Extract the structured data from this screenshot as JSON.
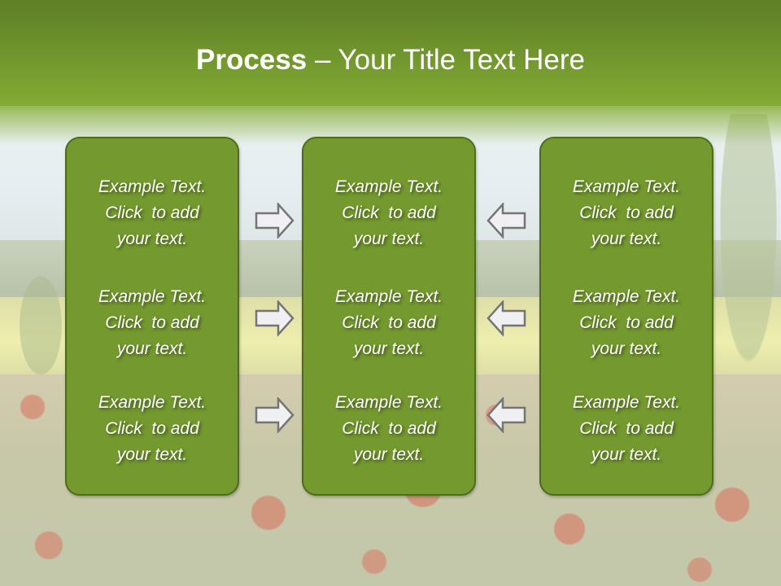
{
  "slide": {
    "title": {
      "bold": "Process",
      "rest": " – Your Title Text Here"
    },
    "columns": [
      {
        "items": [
          {
            "line1": "Example Text.",
            "line2": "Click  to add",
            "line3": "your text."
          },
          {
            "line1": "Example Text.",
            "line2": "Click  to add",
            "line3": "your text."
          },
          {
            "line1": "Example Text.",
            "line2": "Click  to add",
            "line3": "your text."
          }
        ]
      },
      {
        "items": [
          {
            "line1": "Example Text.",
            "line2": "Click  to add",
            "line3": "your text."
          },
          {
            "line1": "Example Text.",
            "line2": "Click  to add",
            "line3": "your text."
          },
          {
            "line1": "Example Text.",
            "line2": "Click  to add",
            "line3": "your text."
          }
        ]
      },
      {
        "items": [
          {
            "line1": "Example Text.",
            "line2": "Click  to add",
            "line3": "your text."
          },
          {
            "line1": "Example Text.",
            "line2": "Click  to add",
            "line3": "your text."
          },
          {
            "line1": "Example Text.",
            "line2": "Click  to add",
            "line3": "your text."
          }
        ]
      }
    ],
    "arrows": {
      "left_group": [
        "right-arrow-icon",
        "right-arrow-icon",
        "right-arrow-icon"
      ],
      "right_group": [
        "left-arrow-icon",
        "left-arrow-icon",
        "left-arrow-icon"
      ]
    },
    "colors": {
      "header_top": "#5f7f26",
      "header_bottom": "#84ab34",
      "box_fill": "#74992f",
      "box_border": "#4f6b1e",
      "arrow_fill": "#f0f0f2",
      "arrow_stroke": "#757575",
      "text": "#ffffff"
    }
  }
}
